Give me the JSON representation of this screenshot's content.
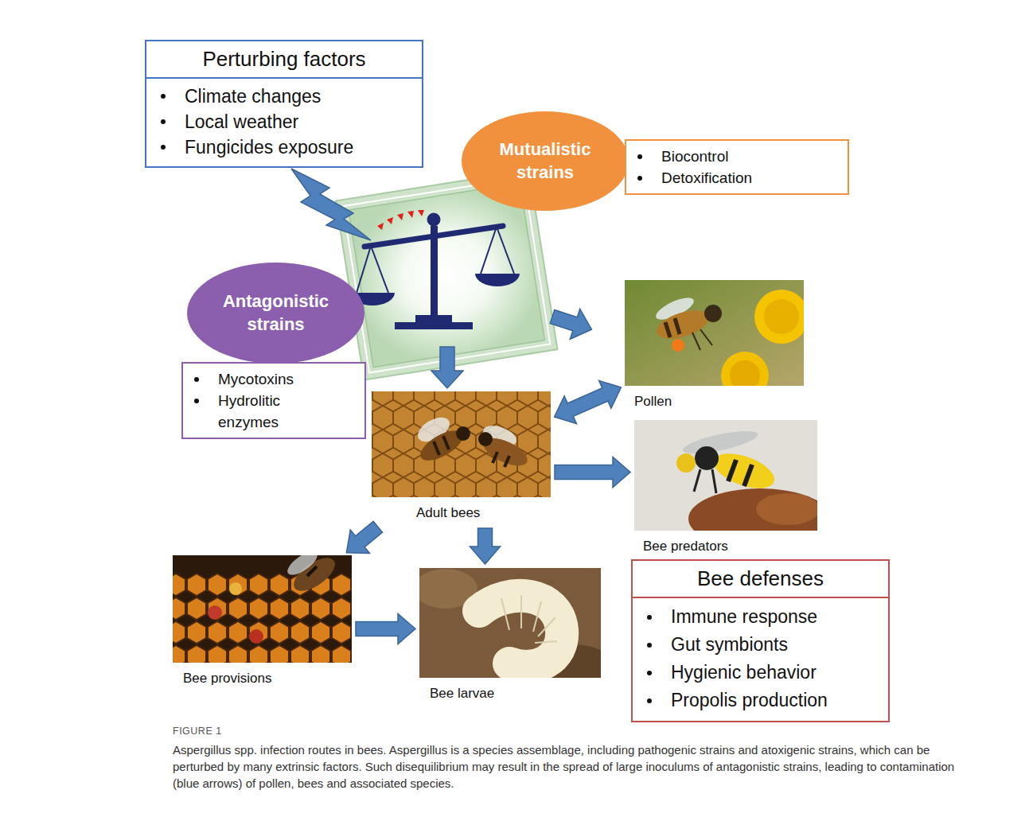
{
  "diagram": {
    "caption": "Aspergillus spp. infection routes in bees. Aspergillus is a species assemblage, including pathogenic strains and atoxigenic strains, which can be perturbed by many extrinsic factors. Such disequilibrium may result in the spread of large inoculums of antagonistic strains, leading to contamination (blue arrows) of pollen, bees and associated species.",
    "nodes": [
      {
        "text": [
          "Perturbing factors",
          "Climate changes",
          "Local weather",
          "Fungicides exposure"
        ]
      },
      {
        "text": [
          "Mutualistic strains"
        ]
      },
      {
        "text": [
          "Biocontrol",
          "Detoxification"
        ]
      },
      {
        "text": [
          "Antagonistic strains"
        ]
      },
      {
        "text": [
          "Mycotoxins",
          "Hydrolitic enzymes"
        ]
      },
      {
        "text": [
          "Pollen"
        ]
      },
      {
        "text": [
          "Adult bees"
        ]
      },
      {
        "text": [
          "Bee predators"
        ]
      },
      {
        "text": [
          "Bee provisions"
        ]
      },
      {
        "text": [
          "Bee larvae"
        ]
      },
      {
        "text": [
          "Bee defenses",
          "Immune response",
          "Gut symbionts",
          "Hygienic behavior",
          "Propolis production"
        ]
      }
    ],
    "edges": [
      {
        "from": 6,
        "to": 5,
        "arrow": "both"
      },
      {
        "from": 6,
        "to": 7,
        "arrow": "to"
      },
      {
        "from": 6,
        "to": 8,
        "arrow": "to"
      },
      {
        "from": 6,
        "to": 9,
        "arrow": "to"
      },
      {
        "from": 8,
        "to": 9,
        "arrow": "to"
      }
    ],
    "labels": [
      "FIGURE 1"
    ]
  }
}
